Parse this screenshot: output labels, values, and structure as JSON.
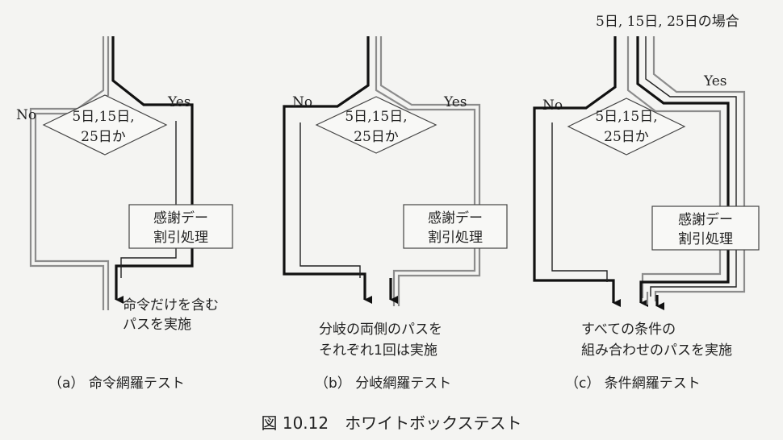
{
  "condition_text_line1": "5日,15日,",
  "condition_text_line2": "25日か",
  "yes_label": "Yes",
  "no_label": "No",
  "process_line1": "感謝デー",
  "process_line2": "割引処理",
  "panel_a": {
    "caption": "（a） 命令網羅テスト",
    "note_line1": "命令だけを含む",
    "note_line2": "パスを実施"
  },
  "panel_b": {
    "caption": "（b） 分岐網羅テスト",
    "note_line1": "分岐の両側のパスを",
    "note_line2": "それぞれ1回は実施"
  },
  "panel_c": {
    "caption": "（c） 条件網羅テスト",
    "header": "5日, 15日, 25日の場合",
    "note_line1": "すべての条件の",
    "note_line2": "組み合わせのパスを実施"
  },
  "figure_title": "図 10.12　ホワイトボックステスト"
}
